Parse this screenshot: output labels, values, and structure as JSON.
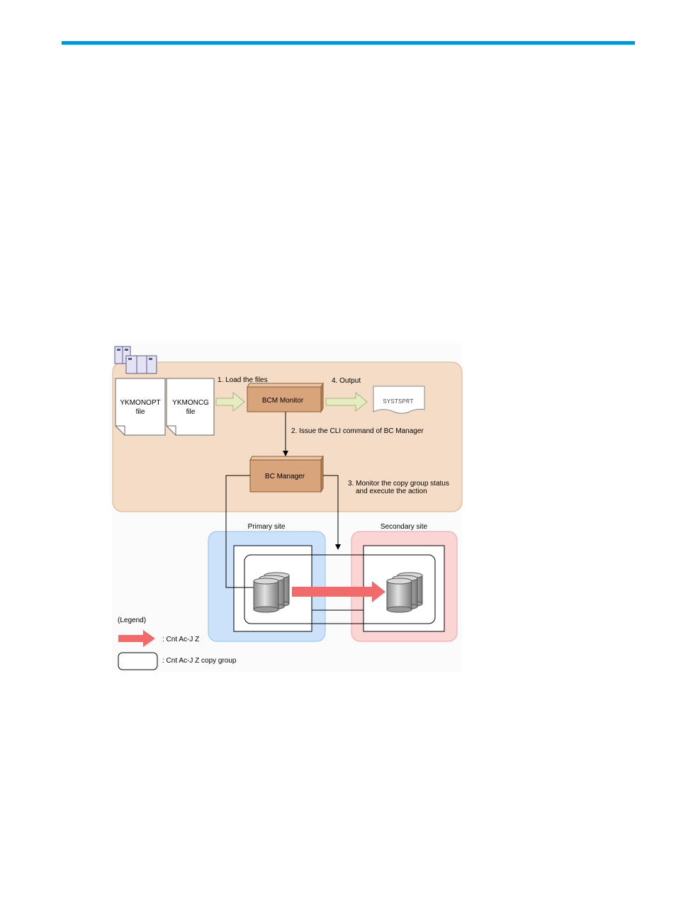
{
  "colors": {
    "rule": "#0096d6",
    "host_area": "#f5dcc6",
    "component_box": "#d7a47c",
    "primary_site": "#cce2fb",
    "secondary_site": "#fbd4d4",
    "replication_arrow": "#f26b6b",
    "flow_arrow": "#e4ecc0"
  },
  "files": {
    "ykmonopt": {
      "line1": "YKMONOPT",
      "line2": "file"
    },
    "ykmoncg": {
      "line1": "YKMONCG",
      "line2": "file"
    },
    "systsprt": "SYSTSPRT"
  },
  "components": {
    "bcm_monitor": "BCM Monitor",
    "bc_manager": "BC Manager"
  },
  "steps": {
    "step1": "1. Load the files",
    "step2": "2. Issue the CLI command of BC Manager",
    "step3_line1": "3. Monitor the copy group status",
    "step3_line2": "and execute the action",
    "step4": "4. Output"
  },
  "sites": {
    "primary": "Primary site",
    "secondary": "Secondary site"
  },
  "legend": {
    "title": "(Legend)",
    "arrow_label": ": Cnt Ac-J Z",
    "group_label": ": Cnt Ac-J Z copy group"
  },
  "icons": [
    "host-computer-icon",
    "disk-volume-icon",
    "document-icon"
  ]
}
